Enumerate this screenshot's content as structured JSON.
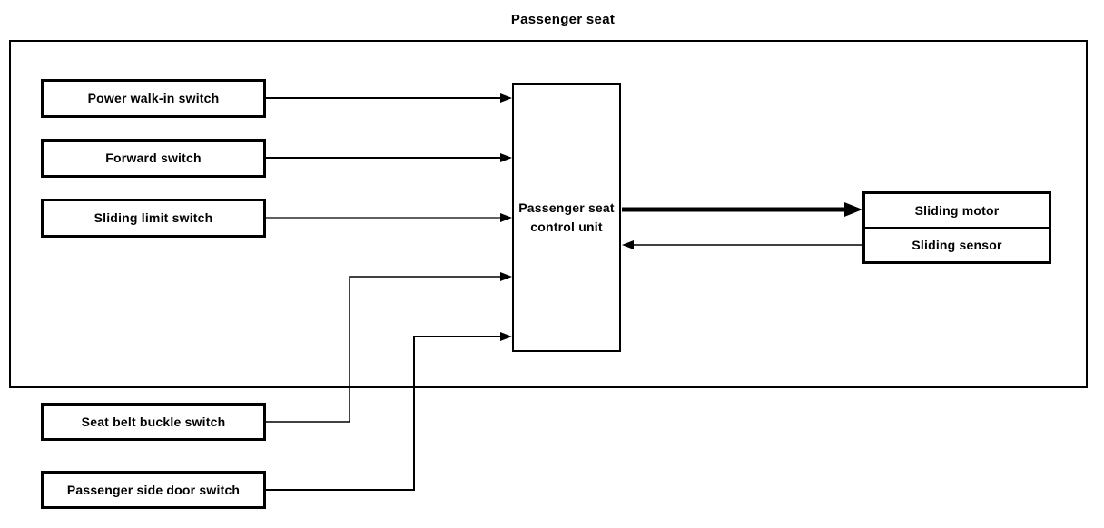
{
  "title": "Passenger seat",
  "colors": {
    "line": "#000000",
    "background": "#ffffff",
    "text": "#000000"
  },
  "blocks": {
    "power_walk_in": {
      "label": "Power walk-in switch"
    },
    "forward": {
      "label": "Forward switch"
    },
    "sliding_limit": {
      "label": "Sliding limit switch"
    },
    "seat_belt_buckle": {
      "label": "Seat belt buckle switch"
    },
    "passenger_side_door": {
      "label": "Passenger side door switch"
    },
    "control_unit": {
      "label": "Passenger seat control unit"
    },
    "sliding_motor": {
      "label": "Sliding motor"
    },
    "sliding_sensor": {
      "label": "Sliding sensor"
    }
  },
  "connections": [
    {
      "from": "Power walk-in switch",
      "to": "Passenger seat control unit",
      "direction": "right",
      "style": "normal"
    },
    {
      "from": "Forward switch",
      "to": "Passenger seat control unit",
      "direction": "right",
      "style": "normal"
    },
    {
      "from": "Sliding limit switch",
      "to": "Passenger seat control unit",
      "direction": "right",
      "style": "thin"
    },
    {
      "from": "Seat belt buckle switch",
      "to": "Passenger seat control unit",
      "direction": "right",
      "style": "thin",
      "route": "right-up-right"
    },
    {
      "from": "Passenger side door switch",
      "to": "Passenger seat control unit",
      "direction": "right",
      "style": "normal",
      "route": "right-up-right"
    },
    {
      "from": "Passenger seat control unit",
      "to": "Sliding motor",
      "direction": "right",
      "style": "thick"
    },
    {
      "from": "Sliding sensor",
      "to": "Passenger seat control unit",
      "direction": "left",
      "style": "thin"
    }
  ]
}
